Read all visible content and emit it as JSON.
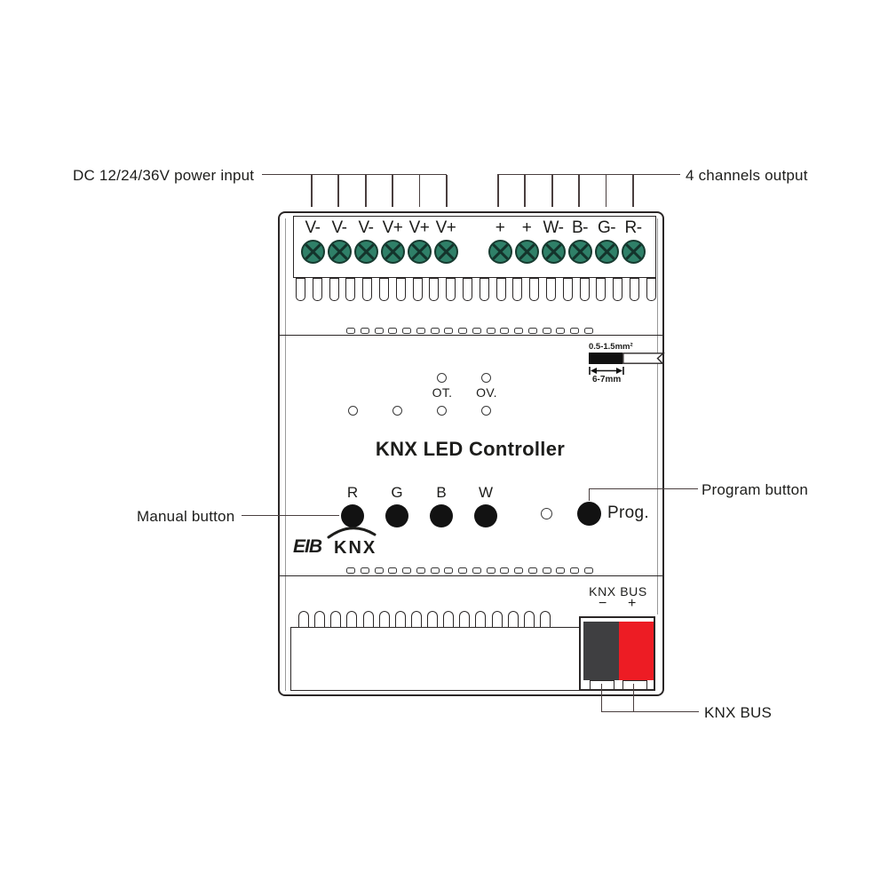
{
  "labels": {
    "power_input": "DC 12/24/36V power input",
    "channels_output": "4 channels output",
    "manual_button": "Manual button",
    "program_button": "Program button",
    "knx_bus_bottom": "KNX BUS"
  },
  "device": {
    "title": "KNX LED Controller",
    "input_terminals": [
      "V-",
      "V-",
      "V-",
      "V+",
      "V+",
      "V+"
    ],
    "output_terminals": [
      "+",
      "+",
      "W-",
      "B-",
      "G-",
      "R-"
    ],
    "indicators": {
      "ot_label": "OT.",
      "ov_label": "OV."
    },
    "buttons": [
      "R",
      "G",
      "B",
      "W"
    ],
    "prog_label": "Prog.",
    "logo": {
      "eib": "EIB",
      "knx": "KNX"
    },
    "wire_spec": {
      "gauge": "0.5-1.5mm²",
      "strip_length": "6-7mm"
    },
    "knx_bus": {
      "label": "KNX BUS",
      "minus": "−",
      "plus": "+"
    }
  },
  "colors": {
    "screw_green": "#2F8068",
    "bus_black": "#3F3F41",
    "bus_red": "#ED1C24",
    "outline": "#2B2727",
    "leader_line": "#4A3F3F"
  }
}
